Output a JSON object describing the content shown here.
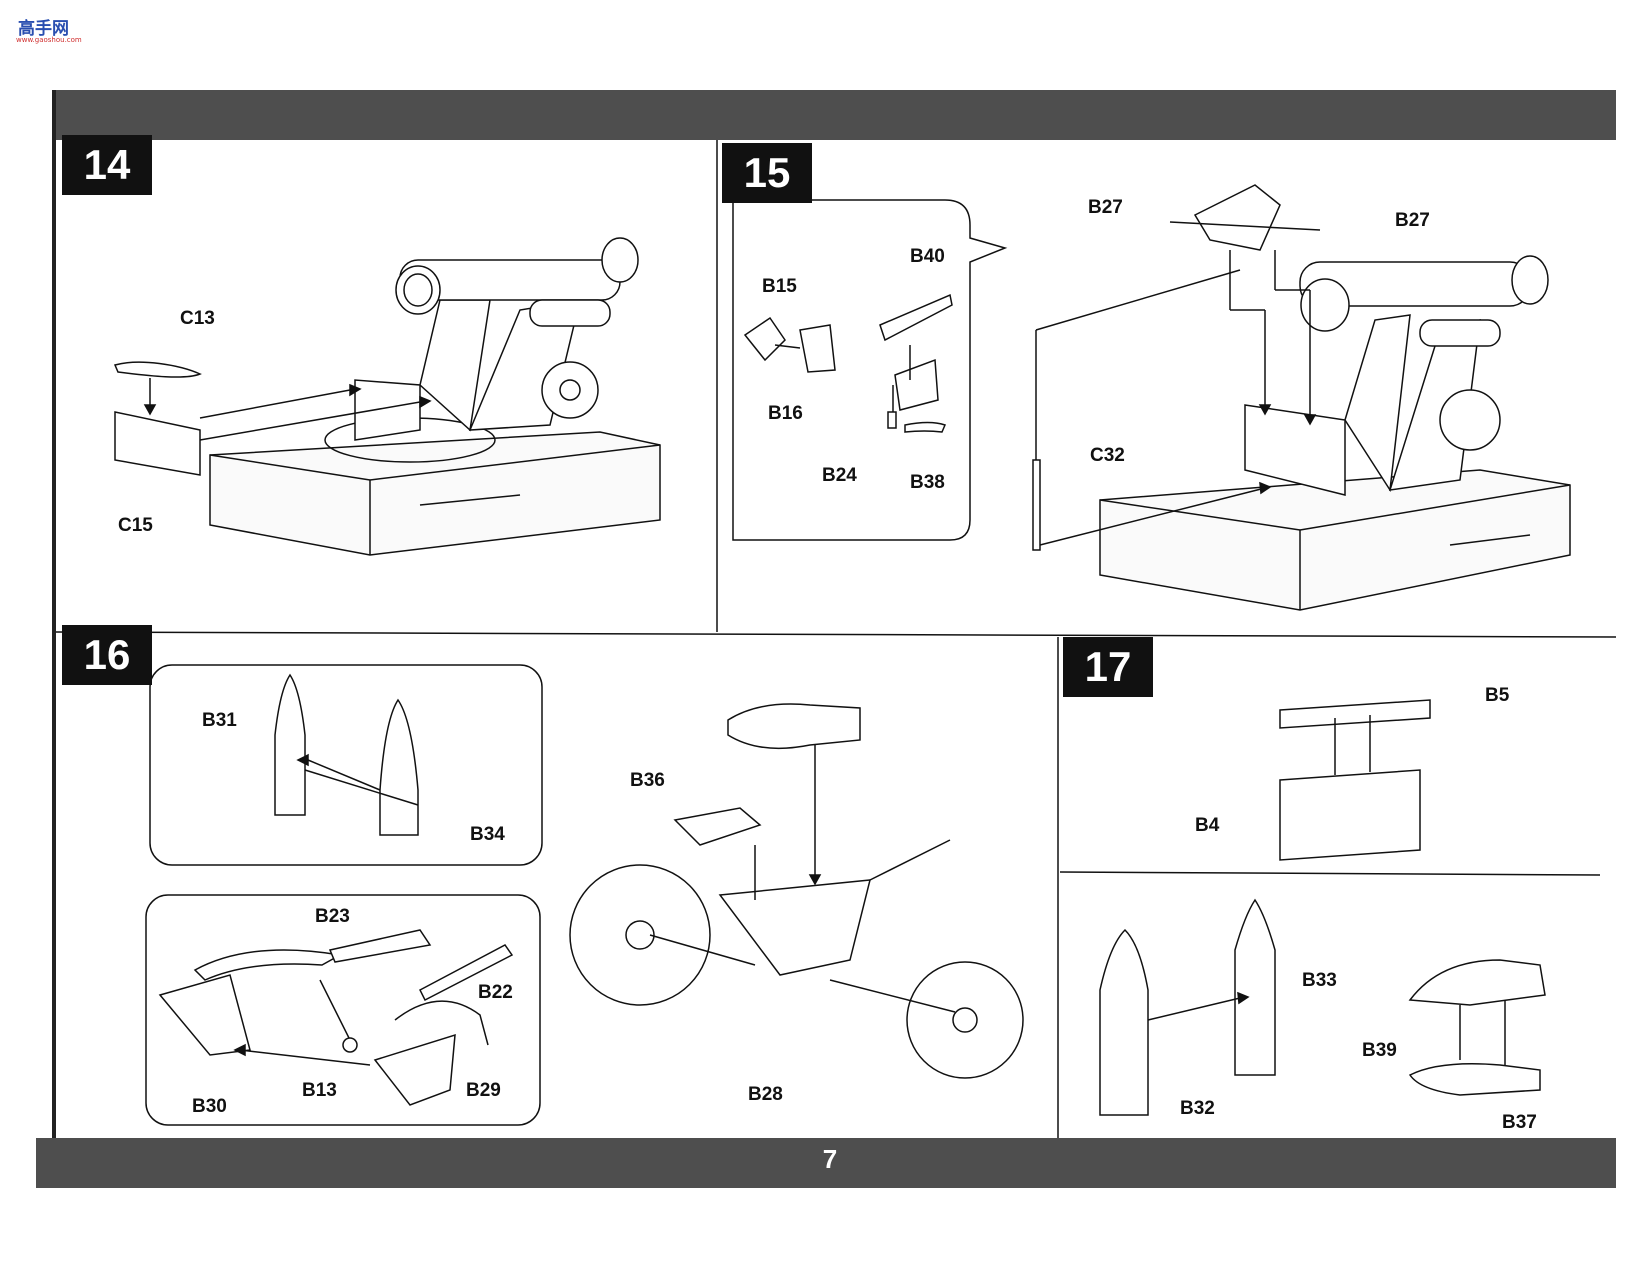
{
  "watermark": {
    "text": "高手网",
    "sub": "www.gaoshou.com"
  },
  "page_number": "7",
  "steps": [
    {
      "number": "14",
      "parts": [
        "C13",
        "C15"
      ]
    },
    {
      "number": "15",
      "parts": [
        "B27",
        "B27",
        "B40",
        "B15",
        "B16",
        "B24",
        "B38",
        "C32"
      ]
    },
    {
      "number": "16",
      "parts": [
        "B31",
        "B34",
        "B23",
        "B22",
        "B13",
        "B30",
        "B29",
        "B36",
        "B28"
      ]
    },
    {
      "number": "17",
      "parts": [
        "B5",
        "B4",
        "B33",
        "B32",
        "B39",
        "B37"
      ]
    }
  ],
  "labels": {
    "c13": "C13",
    "c15": "C15",
    "b27a": "B27",
    "b27b": "B27",
    "b40": "B40",
    "b15": "B15",
    "b16": "B16",
    "b24": "B24",
    "b38": "B38",
    "c32": "C32",
    "b31": "B31",
    "b34": "B34",
    "b23": "B23",
    "b22": "B22",
    "b13": "B13",
    "b30": "B30",
    "b29": "B29",
    "b36": "B36",
    "b28": "B28",
    "b5": "B5",
    "b4": "B4",
    "b33": "B33",
    "b32": "B32",
    "b39": "B39",
    "b37": "B37"
  }
}
